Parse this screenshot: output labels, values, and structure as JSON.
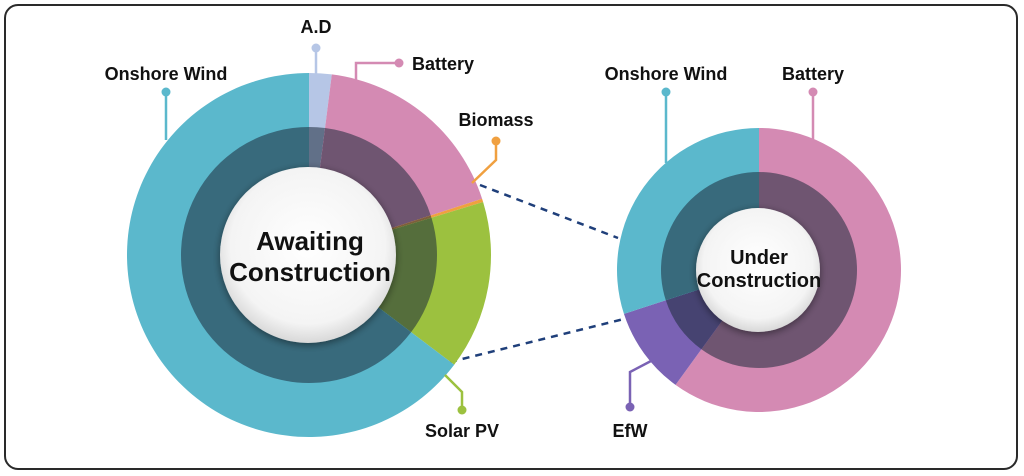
{
  "colors": {
    "onshore_wind": "#5bb8cc",
    "ad": "#b6c6e6",
    "battery": "#d48ab3",
    "biomass": "#f0a040",
    "solar_pv": "#9cc13f",
    "efw": "#7a62b4",
    "connector": "#1f3f7a"
  },
  "chart_data": [
    {
      "type": "donut",
      "center_label": [
        "Awaiting",
        "Construction"
      ],
      "series": [
        {
          "key": "ad",
          "label": "A.D",
          "value": 2
        },
        {
          "key": "battery",
          "label": "Battery",
          "value": 18
        },
        {
          "key": "biomass",
          "label": "Biomass",
          "value": 0.3
        },
        {
          "key": "solar_pv",
          "label": "Solar PV",
          "value": 15
        },
        {
          "key": "onshore_wind",
          "label": "Onshore Wind",
          "value": 64.7
        }
      ]
    },
    {
      "type": "donut",
      "center_label": [
        "Under",
        "Construction"
      ],
      "series": [
        {
          "key": "battery",
          "label": "Battery",
          "value": 60
        },
        {
          "key": "efw",
          "label": "EfW",
          "value": 10
        },
        {
          "key": "onshore_wind",
          "label": "Onshore Wind",
          "value": 30
        }
      ]
    }
  ]
}
